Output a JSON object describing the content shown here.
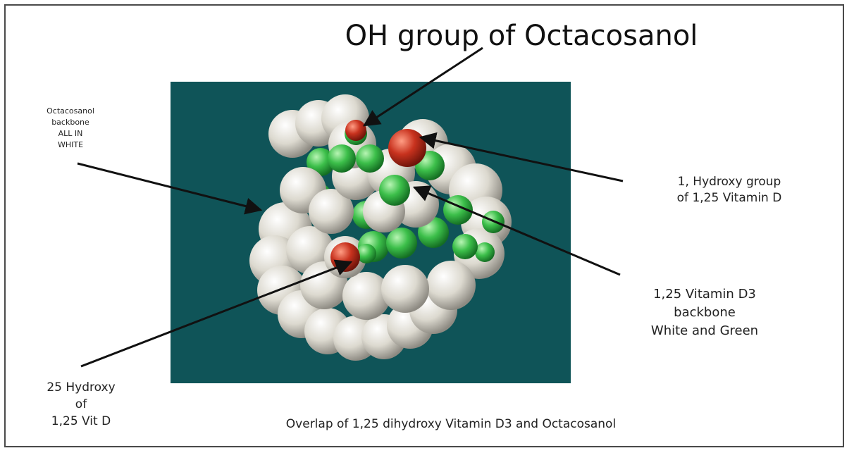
{
  "diagram": {
    "title": "OH group of Octacosanol",
    "labels": {
      "backbone": [
        "Octacosanol",
        "backbone",
        "ALL IN",
        "WHITE"
      ],
      "hydroxy_1": [
        "1, Hydroxy group",
        "of 1,25 Vitamin D"
      ],
      "vitd3_backbone": [
        "1,25 Vitamin D3",
        "backbone",
        "White and Green"
      ],
      "hydroxy_25": [
        "25 Hydroxy",
        "of",
        "1,25 Vit D"
      ]
    },
    "caption": "Overlap of 1,25 dihydroxy Vitamin D3 and Octacosanol"
  },
  "colors": {
    "panel": "#0f5458",
    "white_atom": "#dcd9cf",
    "green_atom": "#3cbf4a",
    "red_atom": "#c8321e",
    "arrow": "#111111"
  }
}
